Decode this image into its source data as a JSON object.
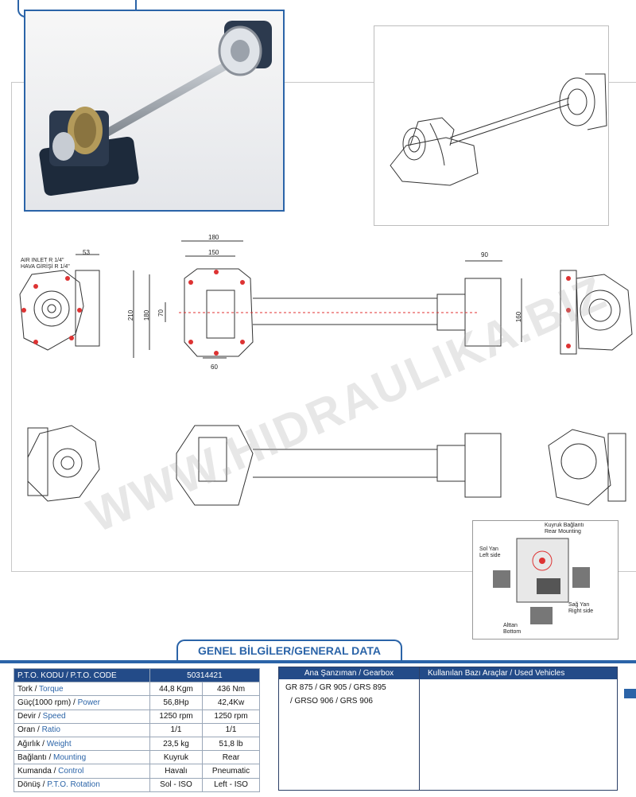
{
  "drawing": {
    "dims": {
      "d53": "53",
      "d180": "180",
      "d150": "150",
      "d210": "210",
      "d180v": "180",
      "d70": "70",
      "d60": "60",
      "d90": "90",
      "d160": "160"
    },
    "air_inlet_en": "AIR INLET R 1/4\"",
    "air_inlet_tr": "HAVA GİRİŞİ R 1/4\"",
    "watermark": "WWW.HIDRAULIKA.BIZ"
  },
  "inset": {
    "rear_tr": "Kuyruk Bağlantı",
    "rear_en": "Rear Mounting",
    "left_tr": "Sol Yan",
    "left_en": "Left side",
    "right_tr": "Sağ Yan",
    "right_en": "Right side",
    "bottom_tr": "Alttan",
    "bottom_en": "Bottom"
  },
  "general": {
    "title": "GENEL BİLGİLER/GENERAL DATA",
    "code_label": "P.T.O. KODU / P.T.O. CODE",
    "code_value": "50314421",
    "rows": [
      {
        "tr": "Tork / ",
        "en": "Torque",
        "v1": "44,8 Kgm",
        "v2": "436 Nm"
      },
      {
        "tr": "Güç(1000 rpm) / ",
        "en": "Power",
        "v1": "56,8Hp",
        "v2": "42,4Kw"
      },
      {
        "tr": "Devir / ",
        "en": "Speed",
        "v1": "1250 rpm",
        "v2": "1250 rpm"
      },
      {
        "tr": "Oran / ",
        "en": "Ratio",
        "v1": "1/1",
        "v2": "1/1"
      },
      {
        "tr": "Ağırlık / ",
        "en": "Weight",
        "v1": "23,5 kg",
        "v2": "51,8 lb"
      },
      {
        "tr": "Bağlantı / ",
        "en": "Mounting",
        "v1": "Kuyruk",
        "v2": "Rear"
      },
      {
        "tr": "Kumanda / ",
        "en": "Control",
        "v1": "Havalı",
        "v2": "Pneumatic"
      },
      {
        "tr": "Dönüş / ",
        "en": "P.T.O. Rotation",
        "v1": "Sol - ISO",
        "v2": "Left - ISO"
      }
    ],
    "gearbox_header": "Ana Şanzıman / Gearbox",
    "gearbox_line1": "GR 875 / GR 905 / GRS 895",
    "gearbox_line2": "/ GRSO 906 / GRS 906",
    "vehicles_header": "Kullanılan Bazı Araçlar / Used Vehicles"
  },
  "colors": {
    "accent": "#2b64a8",
    "header": "#234b88"
  }
}
